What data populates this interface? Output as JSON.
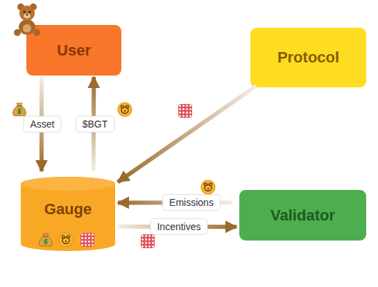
{
  "diagram": {
    "nodes": [
      {
        "text": [
          "User"
        ]
      },
      {
        "text": [
          "Protocol"
        ]
      },
      {
        "text": [
          "Gauge"
        ]
      },
      {
        "text": [
          "Validator"
        ]
      }
    ],
    "edges": [
      {
        "from": 0,
        "to": 2,
        "label": "Asset",
        "arrow": "to"
      },
      {
        "from": 2,
        "to": 0,
        "label": "$BGT",
        "arrow": "to"
      },
      {
        "from": 1,
        "to": 2,
        "arrow": "to"
      },
      {
        "from": 3,
        "to": 2,
        "label": "Emissions",
        "arrow": "to"
      },
      {
        "from": 2,
        "to": 3,
        "label": "Incentives",
        "arrow": "to"
      }
    ]
  }
}
